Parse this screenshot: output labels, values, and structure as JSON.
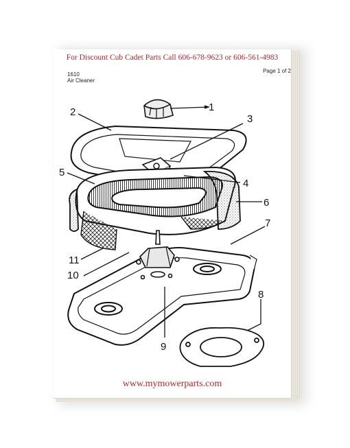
{
  "banner": "For  Discount Cub Cadet Parts Call 606-678-9623 or 606-561-4983",
  "header": {
    "doc_number": "1610",
    "doc_title": "Air Cleaner",
    "page_indicator": "Page 1 of 2"
  },
  "callouts": {
    "c1": "1",
    "c2": "2",
    "c3": "3",
    "c4": "4",
    "c5": "5",
    "c6": "6",
    "c7": "7",
    "c8": "8",
    "c9": "9",
    "c10": "10",
    "c11": "11"
  },
  "footer_url": "www.mymowerparts.com",
  "colors": {
    "banner_red": "#b3262a",
    "line": "#111111"
  }
}
